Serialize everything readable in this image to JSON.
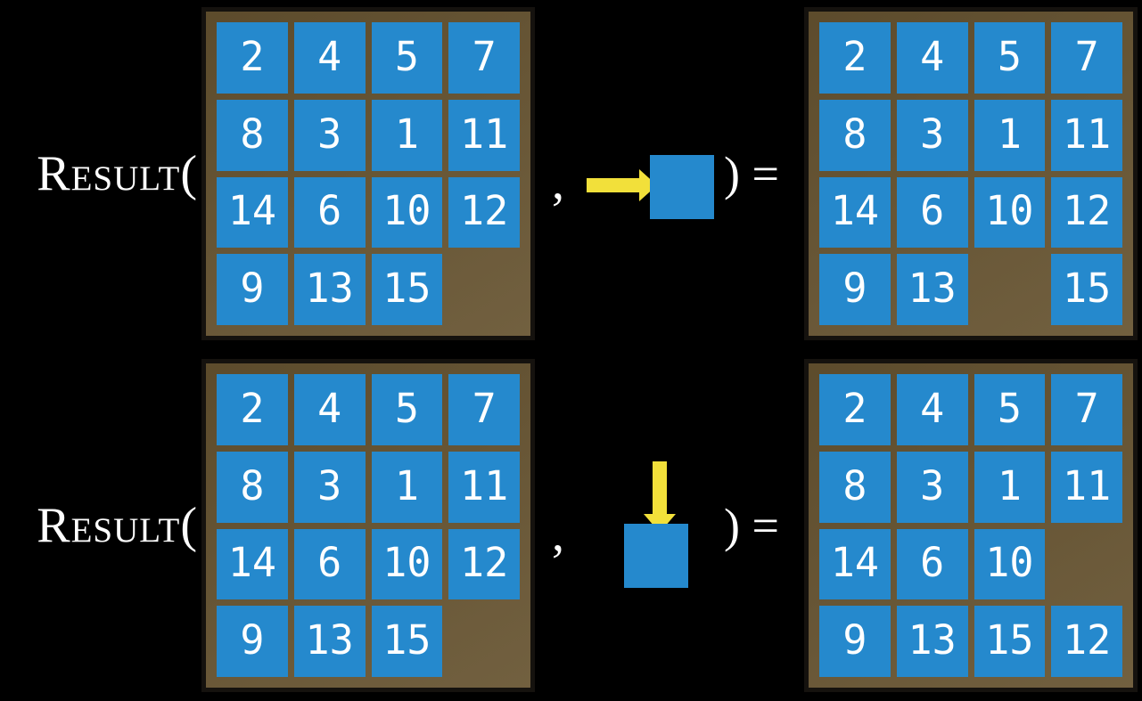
{
  "figure": {
    "equations": [
      {
        "function_label": "Result(",
        "comma": ",",
        "action": {
          "direction": "right",
          "icon": "right-arrow-icon"
        },
        "closing": ") =",
        "input_board": {
          "rows": [
            [
              "2",
              "4",
              "5",
              "7"
            ],
            [
              "8",
              "3",
              "1",
              "11"
            ],
            [
              "14",
              "6",
              "10",
              "12"
            ],
            [
              "9",
              "13",
              "15",
              ""
            ]
          ]
        },
        "output_board": {
          "rows": [
            [
              "2",
              "4",
              "5",
              "7"
            ],
            [
              "8",
              "3",
              "1",
              "11"
            ],
            [
              "14",
              "6",
              "10",
              "12"
            ],
            [
              "9",
              "13",
              "",
              "15"
            ]
          ]
        }
      },
      {
        "function_label": "Result(",
        "comma": ",",
        "action": {
          "direction": "down",
          "icon": "down-arrow-icon"
        },
        "closing": ") =",
        "input_board": {
          "rows": [
            [
              "2",
              "4",
              "5",
              "7"
            ],
            [
              "8",
              "3",
              "1",
              "11"
            ],
            [
              "14",
              "6",
              "10",
              "12"
            ],
            [
              "9",
              "13",
              "15",
              ""
            ]
          ]
        },
        "output_board": {
          "rows": [
            [
              "2",
              "4",
              "5",
              "7"
            ],
            [
              "8",
              "3",
              "1",
              "11"
            ],
            [
              "14",
              "6",
              "10",
              ""
            ],
            [
              "9",
              "13",
              "15",
              "12"
            ]
          ]
        }
      }
    ],
    "colors": {
      "background": "#000000",
      "tile_blue": "#2589CD",
      "board_brown": "#675431",
      "board_border": "#15120E",
      "arrow_yellow": "#F2E03A",
      "text_white": "#FFFFFF"
    }
  }
}
